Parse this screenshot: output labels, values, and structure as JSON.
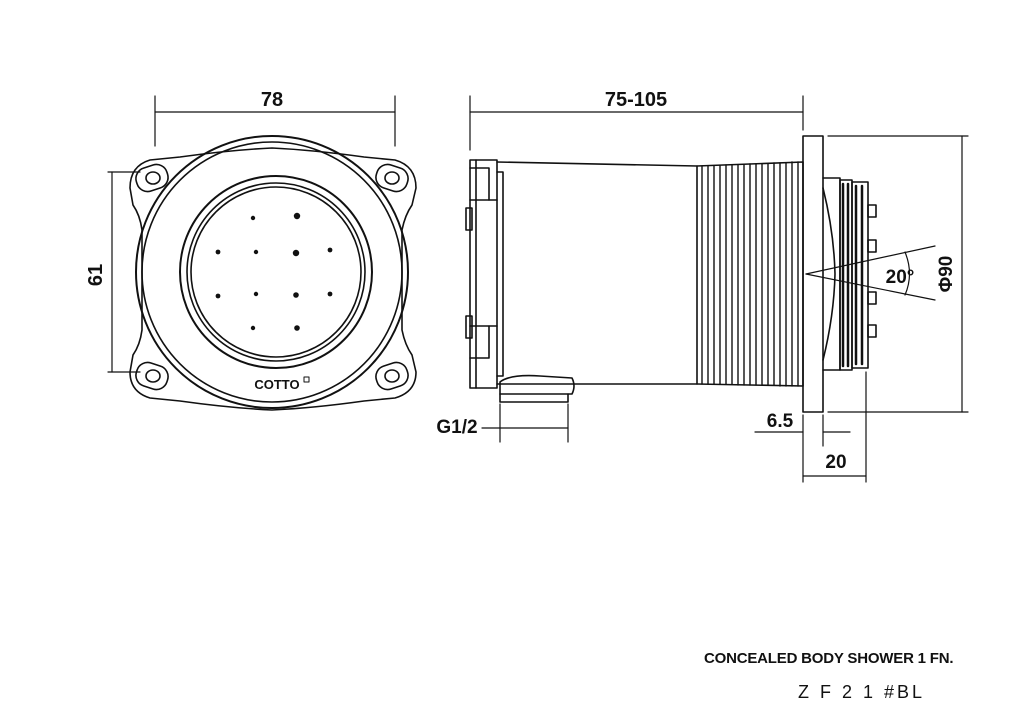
{
  "dimensions": {
    "front_width": "78",
    "front_height": "61",
    "side_length": "75-105",
    "connection": "G1/2",
    "flange": "6.5",
    "head_depth": "20",
    "spray_angle": "20°",
    "diameter": "Φ90"
  },
  "brand": "COTTO",
  "title_block": {
    "description": "CONCEALED BODY  SHOWER 1 FN.",
    "model": "Z F 2 1 #BL"
  },
  "colors": {
    "line": "#111111",
    "background": "#ffffff"
  }
}
